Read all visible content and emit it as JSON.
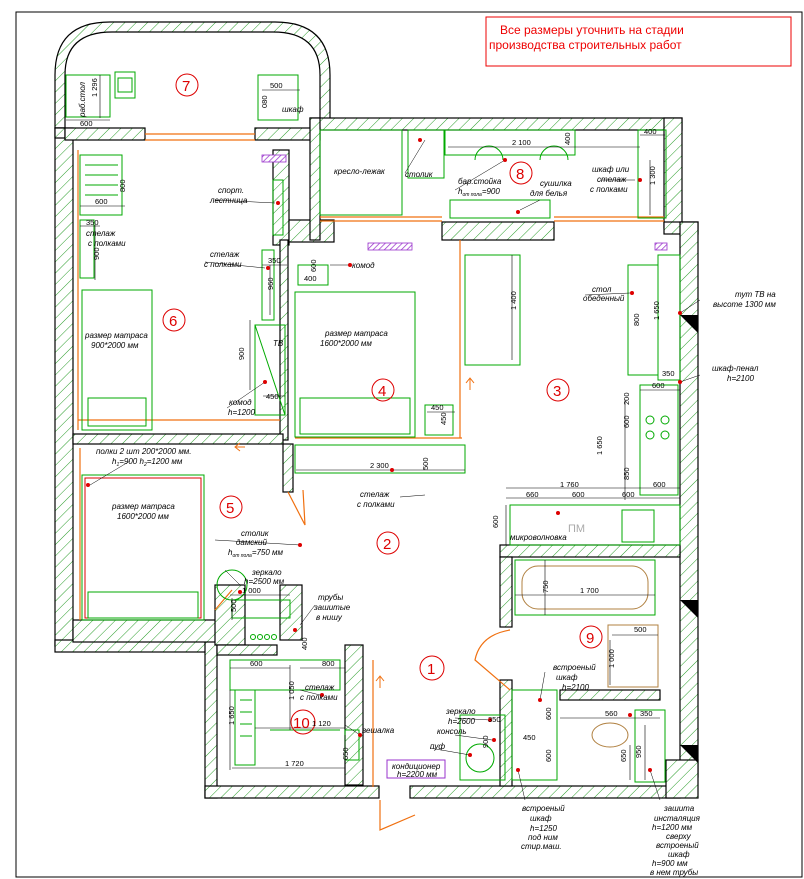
{
  "note": {
    "line1": "Все размеры уточнить на стадии",
    "line2": "производства строительных работ"
  },
  "rooms": [
    {
      "id": "1",
      "label": "1"
    },
    {
      "id": "2",
      "label": "2"
    },
    {
      "id": "3",
      "label": "3"
    },
    {
      "id": "4",
      "label": "4"
    },
    {
      "id": "5",
      "label": "5"
    },
    {
      "id": "6",
      "label": "6"
    },
    {
      "id": "7",
      "label": "7"
    },
    {
      "id": "8",
      "label": "8"
    },
    {
      "id": "9",
      "label": "9"
    },
    {
      "id": "10",
      "label": "10"
    }
  ],
  "labels": {
    "work_desk": "раб.стол",
    "wardrobe": "шкаф",
    "lounge_chair": "кресло-лежак",
    "table_small": "столик",
    "bar_counter": "бар.стойка",
    "bar_counter_h": "h",
    "bar_counter_h_sub": "от пола",
    "bar_counter_h_val": "=900",
    "dryer1": "сушилка",
    "dryer2": "для белья",
    "shelf_cab1": "шкаф или",
    "shelf_cab2": "стелаж",
    "shelf_cab3": "с полками",
    "sport_ladder1": "спорт.",
    "sport_ladder2": "лестница",
    "shelving_a1": "стелаж",
    "shelving_a2": "с полками",
    "shelving_b1": "стелаж",
    "shelving_b2": "с полками",
    "dresser": "комод",
    "tv": "ТВ",
    "dresser2": "комод",
    "dresser2_h": "h=1200",
    "mattress6_1": "размер матраса",
    "mattress6_2": "900*2000 мм",
    "mattress4_1": "размер матраса",
    "mattress4_2": "1600*2000 мм",
    "dining_table1": "стол",
    "dining_table2": "обеденный",
    "tv_here1": "тут ТВ на",
    "tv_here2": "высоте 1300 мм",
    "pencil_cab1": "шкаф-пенал",
    "pencil_cab2": "h=2100",
    "shelves1": "полки 2 шт 200*2000 мм.",
    "shelves2": "h",
    "shelves2_a": "1",
    "shelves2_b": "=900 h",
    "shelves2_c": "2",
    "shelves2_d": "=1200 мм",
    "shelving_c1": "стелаж",
    "shelving_c2": "с полками",
    "mattress5_1": "размер матраса",
    "mattress5_2": "1600*2000 мм",
    "vanity1": "столик",
    "vanity2": "дамский",
    "vanity3": "h",
    "vanity3_sub": "от пола",
    "vanity3_val": "=750 мм",
    "mirror1": "зеркало",
    "mirror1_h": "h=2500 мм",
    "pipes1": "трубы",
    "pipes2": "зашитые",
    "pipes3": "в нишу",
    "microwave": "микроволновка",
    "pm": "ПМ",
    "shelving_d1": "стелаж",
    "shelving_d2": "с полками",
    "builtin1": "встроеный",
    "builtin2": "шкаф",
    "builtin3": "h=2100",
    "mirror2": "зеркало",
    "mirror2_h": "h=2600",
    "console": "консоль",
    "pouf": "пуф",
    "hanger": "вешалка",
    "aircon1": "кондиционер",
    "aircon2": "h=2200 мм",
    "builtin_b1": "встроеный",
    "builtin_b2": "шкаф",
    "builtin_b3": "h=1250",
    "builtin_b4": "под ним",
    "builtin_b5": "стир.маш.",
    "install1": "зашита",
    "install2": "инсталяция",
    "install3": "h=1200 мм",
    "install4": "сверху",
    "install5": "встроеный",
    "install6": "шкаф",
    "install7": "h=900 мм",
    "install8": "в нем трубы"
  },
  "dims": {
    "d1296": "1 296",
    "d600a": "600",
    "d500a": "500",
    "d800": "800",
    "d2100": "2 100",
    "d400a": "400",
    "d400b": "400",
    "d1300": "1 300",
    "d600b": "600",
    "d350a": "350",
    "d900a": "900",
    "d350b": "350",
    "d600c": "600",
    "d400c": "400",
    "d960": "960",
    "d1400": "1 400",
    "d800b": "800",
    "d1650": "1 650",
    "d900b": "900",
    "d450a": "450",
    "d450b": "450",
    "d450c": "450",
    "d350c": "350",
    "d600d": "600",
    "d200": "200",
    "d600e": "600",
    "d1650b": "1 650",
    "d2300": "2 300",
    "d500b": "500",
    "d850": "850",
    "d1760": "1 760",
    "d660": "660",
    "d600f": "600",
    "d600g": "600",
    "d600h": "600",
    "d750": "750",
    "d1700": "1 700",
    "d1000a": "1 000",
    "d500c": "500",
    "d1000b": "1 000",
    "d500d": "500",
    "d400d": "400",
    "d600i": "600",
    "d800c": "800",
    "d1050": "1 050",
    "d1650c": "1 650",
    "d1120": "1 120",
    "d1720": "1 720",
    "d600j": "600",
    "d650a": "650",
    "d450d": "450",
    "d900c": "900",
    "d600k": "600",
    "d600l": "600",
    "d560": "560",
    "d350d": "350",
    "d950": "950",
    "d650b": "650",
    "d080": "080",
    "d1650d": "1 650",
    "d350e": "350"
  },
  "colors": {
    "wall": "#000000",
    "hatch": "#2a9d2a",
    "furniture": "#00aa00",
    "orange": "#f07010",
    "red": "#dd0000",
    "purple": "#9933cc"
  }
}
